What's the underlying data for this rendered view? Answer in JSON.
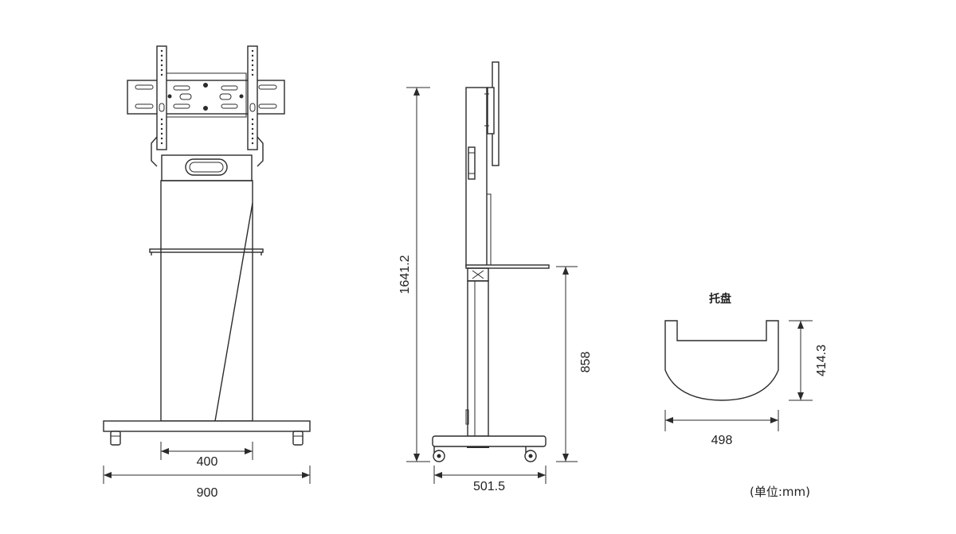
{
  "dimensions": {
    "front_inner": "400",
    "front_outer": "900",
    "side_height": "1641.2",
    "side_shelf_height": "858",
    "side_base": "501.5",
    "tray_depth": "414.3",
    "tray_width": "498"
  },
  "tray_label": "托盘",
  "unit_label": "(单位:mm)"
}
